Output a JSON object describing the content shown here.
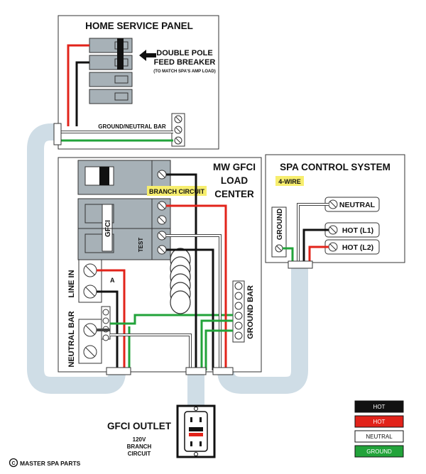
{
  "panel": {
    "title": "HOME SERVICE PANEL",
    "feed_breaker_line1": "DOUBLE POLE",
    "feed_breaker_line2": "FEED BREAKER",
    "feed_breaker_note": "(TO MATCH SPA'S AMP LOAD)",
    "ground_neutral_bar": "GROUND/NEUTRAL BAR"
  },
  "load_center": {
    "title_line1": "MW GFCI",
    "title_line2": "LOAD",
    "title_line3": "CENTER",
    "branch_circuit": "BRANCH CIRCUIT",
    "gfci": "GFCI",
    "test": "TEST",
    "line_in": "LINE IN",
    "terminal_a": "A",
    "neutral_bar": "NEUTRAL BAR",
    "ground_bar": "GROUND BAR"
  },
  "spa": {
    "title": "SPA CONTROL SYSTEM",
    "wire_badge": "4-WIRE",
    "ground": "GROUND",
    "neutral": "NEUTRAL",
    "hot_l1": "HOT (L1)",
    "hot_l2": "HOT (L2)"
  },
  "outlet": {
    "title": "GFCI OUTLET",
    "line1": "120V",
    "line2": "BRANCH",
    "line3": "CIRCUIT"
  },
  "legend": {
    "hot_black": "HOT",
    "hot_red": "HOT",
    "neutral": "NEUTRAL",
    "ground": "GROUND"
  },
  "copyright": "MASTER SPA PARTS",
  "colors": {
    "hot_black": "#111111",
    "hot_red": "#e2231a",
    "neutral": "#ffffff",
    "ground": "#22a33a",
    "conduit": "#cfdde6",
    "breaker": "#a7b1b7",
    "badge": "#f7ee6e"
  }
}
